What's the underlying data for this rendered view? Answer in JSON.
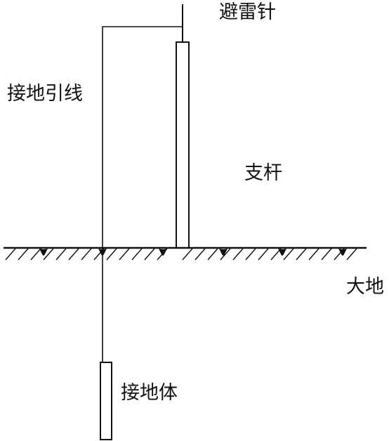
{
  "labels": {
    "lightning_rod": "避雷针",
    "down_conductor": "接地引线",
    "support_pole": "支杆",
    "earth": "大地",
    "grounding_body": "接地体"
  },
  "colors": {
    "line": "#111111",
    "background": "#ffffff"
  }
}
